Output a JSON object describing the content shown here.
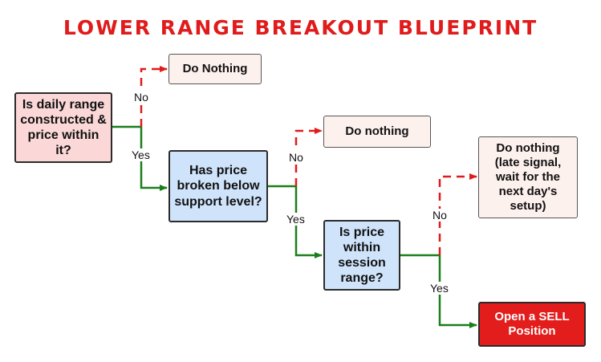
{
  "title": "LOWER RANGE BREAKOUT BLUEPRINT",
  "nodes": {
    "daily_range": "Is daily range constructed & price within it?",
    "broken_support": "Has price broken below support level?",
    "session_range": "Is price within session range?",
    "do_nothing_1": "Do Nothing",
    "do_nothing_2": "Do nothing",
    "do_nothing_3": "Do nothing (late signal, wait for the next day's setup)",
    "sell": "Open a SELL Position"
  },
  "edges": {
    "no_1": "No",
    "yes_1": "Yes",
    "no_2": "No",
    "yes_2": "Yes",
    "no_3": "No",
    "yes_3": "Yes"
  },
  "colors": {
    "title": "#e01b1b",
    "no_branch": "#e01b1b",
    "yes_branch": "#1a7f1a",
    "question_start": "#fbd7d7",
    "question": "#cfe3fb",
    "outcome": "#fdf1ee",
    "action": "#e31c1c"
  }
}
